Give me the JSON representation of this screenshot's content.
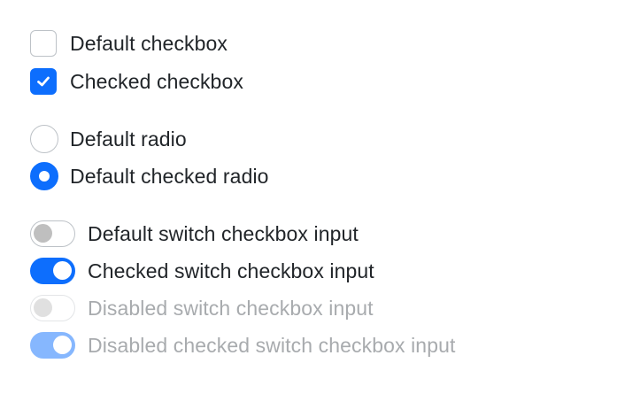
{
  "checkboxes": [
    {
      "label": "Default checkbox",
      "checked": false
    },
    {
      "label": "Checked checkbox",
      "checked": true
    }
  ],
  "radios": [
    {
      "label": "Default radio",
      "checked": false
    },
    {
      "label": "Default checked radio",
      "checked": true
    }
  ],
  "switches": [
    {
      "label": "Default switch checkbox input",
      "checked": false,
      "disabled": false
    },
    {
      "label": "Checked switch checkbox input",
      "checked": true,
      "disabled": false
    },
    {
      "label": "Disabled switch checkbox input",
      "checked": false,
      "disabled": true
    },
    {
      "label": "Disabled checked switch checkbox input",
      "checked": true,
      "disabled": true
    }
  ],
  "colors": {
    "accent": "#0d6efd",
    "accent_disabled": "#86b7fe",
    "border": "#bdc2c7",
    "text": "#212529",
    "text_disabled": "#a8abae"
  }
}
